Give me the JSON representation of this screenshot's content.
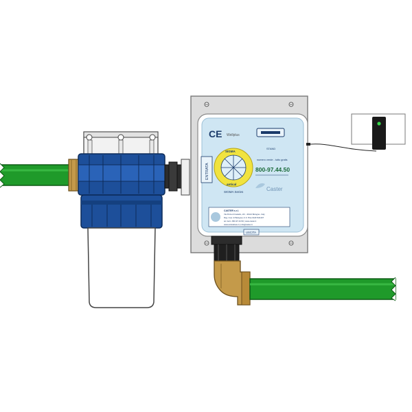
{
  "panel": {
    "ce_mark": "CE",
    "model_tag": "Wellplus",
    "left_label": "ENTRATA",
    "right_label": "USCITA",
    "service_caption": "numero verde - tutto gratis",
    "phone": "800-97.44.50",
    "series": "SIGMA Series",
    "brand": "Caster",
    "seal_top": "SIGMA",
    "seal_bottom": "antical",
    "company": "CASTER s.r.l.",
    "address1": "Via Porta di Castello, 2/2 - 40121 Bologna - Italy",
    "address2": "Reg. Impr. di Bologna | C.F. Piva 01247421207",
    "address3": "tel. fax/n. 800-97.44.50 | www.caster.it",
    "address4": "www.anticalcare.it | info@caster.it",
    "status_caption": "STAND"
  },
  "colors": {
    "pipe": "#1f9a2a",
    "filter_body": "#1d4f9a",
    "panel_face": "#cfe6f3",
    "brass": "#c49a4a"
  }
}
